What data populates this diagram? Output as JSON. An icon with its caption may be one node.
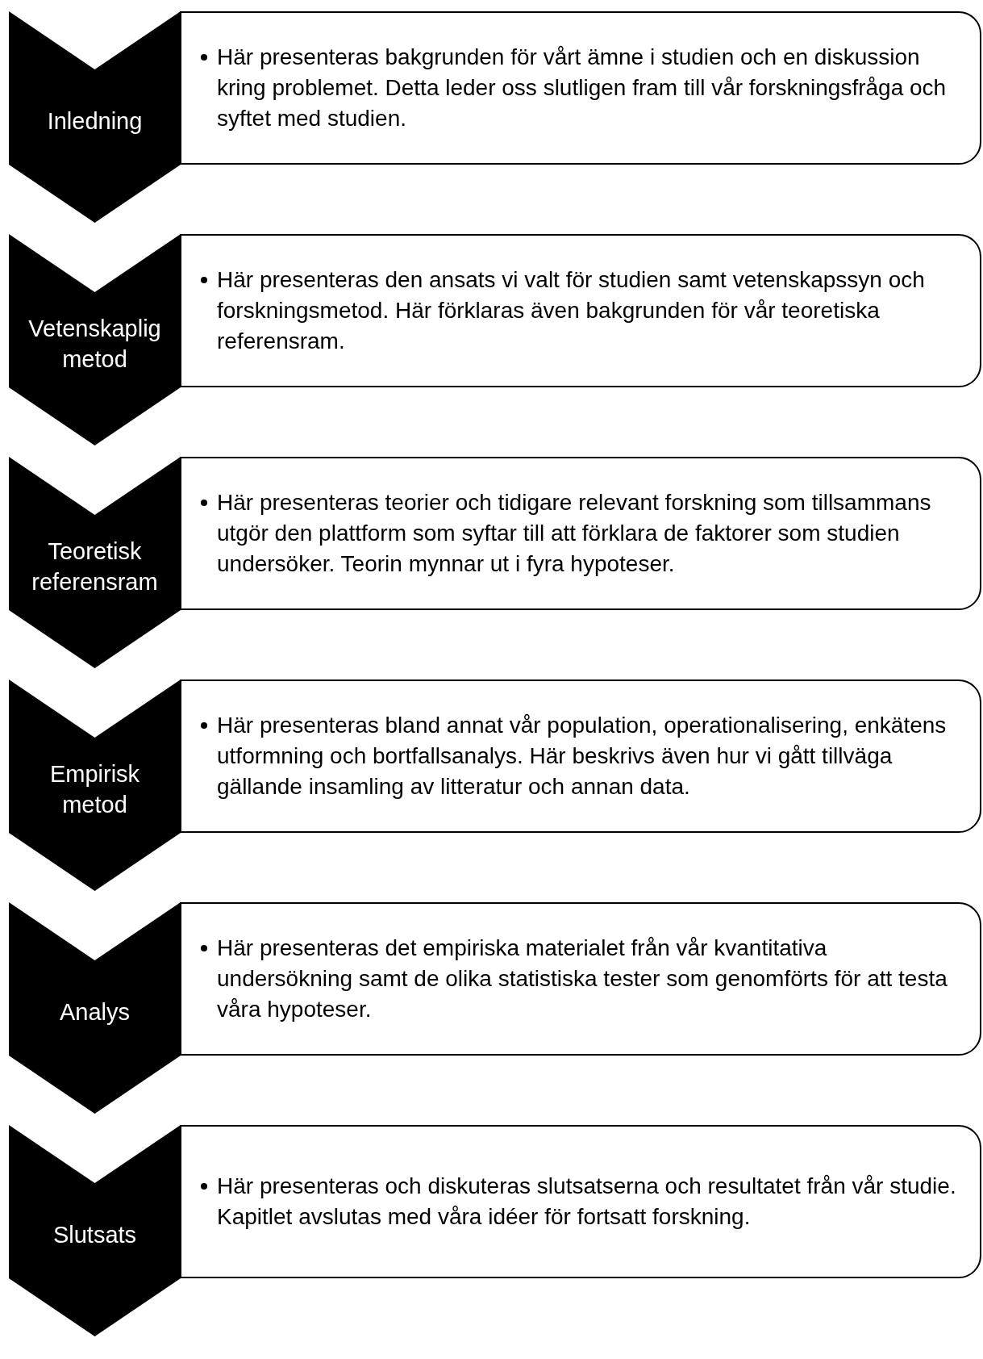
{
  "diagram": {
    "nodes": [
      {
        "text": [
          "Inledning"
        ]
      },
      {
        "text": [
          "Här presenteras bakgrunden för vårt ämne i studien och en diskussion kring problemet. Detta leder oss slutligen fram till vår forskningsfråga och syftet med studien."
        ]
      },
      {
        "text": [
          "Vetenskaplig metod"
        ]
      },
      {
        "text": [
          "Här presenteras den ansats vi valt för studien samt vetenskapssyn och forskningsmetod. Här förklaras även bakgrunden för vår teoretiska referensram."
        ]
      },
      {
        "text": [
          "Teoretisk referensram"
        ]
      },
      {
        "text": [
          "Här presenteras teorier och tidigare relevant forskning som tillsammans utgör den plattform som syftar till att förklara de faktorer som studien undersöker. Teorin mynnar ut i fyra hypoteser."
        ]
      },
      {
        "text": [
          "Empirisk metod"
        ]
      },
      {
        "text": [
          "Här presenteras bland annat vår population, operationalisering, enkätens utformning och bortfallsanalys. Här beskrivs även hur vi gått tillväga gällande insamling av litteratur och annan data."
        ]
      },
      {
        "text": [
          "Analys"
        ]
      },
      {
        "text": [
          "Här presenteras det empiriska materialet från vår kvantitativa undersökning samt de olika statistiska tester som genomförts för att testa våra hypoteser."
        ]
      },
      {
        "text": [
          "Slutsats"
        ]
      },
      {
        "text": [
          "Här presenteras och diskuteras slutsatserna och resultatet från vår studie. Kapitlet avslutas med våra idéer för fortsatt forskning."
        ]
      }
    ]
  }
}
